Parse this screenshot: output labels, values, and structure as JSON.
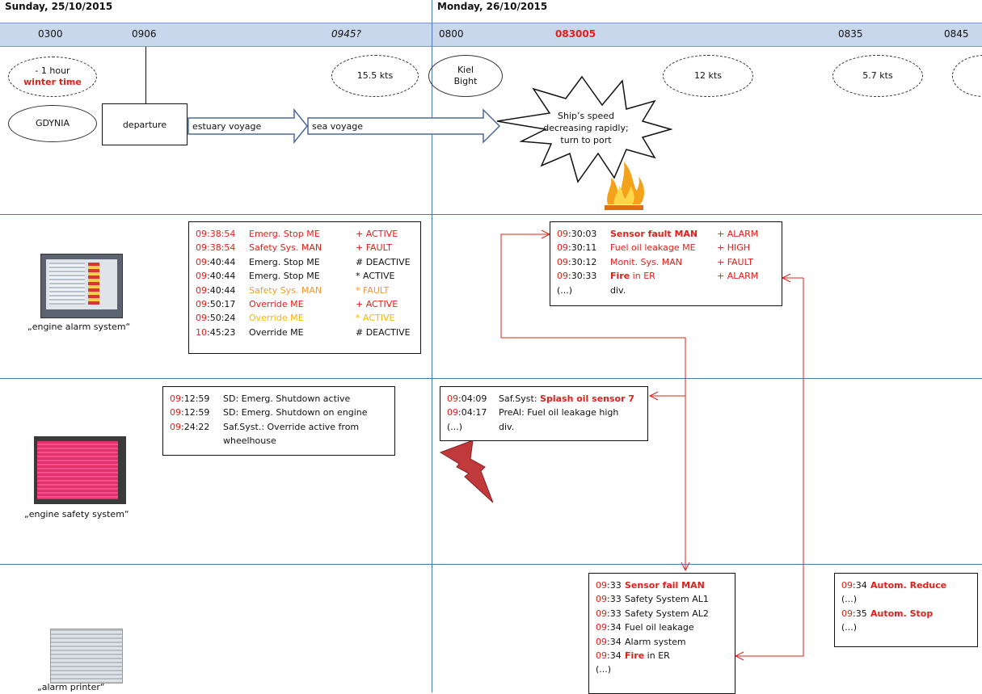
{
  "header": {
    "day1": "Sunday, 25/10/2015",
    "day2": "Monday, 26/10/2015",
    "times": [
      {
        "label": "0300",
        "style": "normal"
      },
      {
        "label": "0906",
        "style": "normal"
      },
      {
        "label": "0945?",
        "style": "italic"
      },
      {
        "label": "0800",
        "style": "normal"
      },
      {
        "label": "083005",
        "style": "red-bold"
      },
      {
        "label": "0835",
        "style": "normal"
      },
      {
        "label": "0845",
        "style": "normal"
      }
    ]
  },
  "events": {
    "winter_time_1": "- 1 hour",
    "winter_time_2": "winter time",
    "speed1": "15.5 kts",
    "gdynia": "GDYNIA",
    "departure": "departure",
    "estuary": "estuary voyage",
    "sea": "sea voyage",
    "kiel_1": "Kiel",
    "kiel_2": "Bight",
    "speed2": "12 kts",
    "speed3": "5.7 kts",
    "starburst_1": "Ship’s speed",
    "starburst_2": "decreasing rapidly;",
    "starburst_3": "turn to port"
  },
  "rows": {
    "alarm_caption": "„engine alarm system“",
    "safety_caption": "„engine safety system“",
    "printer_caption": "„alarm printer“"
  },
  "colors": {
    "red": "#e0201b",
    "orange": "#f29a30",
    "yellow": "#f7b500",
    "grid": "#4a78b8",
    "timebar": "#c9d7ec"
  },
  "icons": [
    "fire-icon",
    "lightning-icon"
  ],
  "logs": {
    "alarm_day1": [
      {
        "hh": "09",
        "rest": ":38:54",
        "msg": "Emerg. Stop ME",
        "st": "+ ACTIVE",
        "msgc": "red",
        "stc": "red",
        "restc": "red",
        "hhc": "red"
      },
      {
        "hh": "09",
        "rest": ":38:54",
        "msg": "Safety Sys. MAN",
        "st": "+ FAULT",
        "msgc": "red",
        "stc": "red",
        "restc": "red",
        "hhc": "red"
      },
      {
        "hh": "09",
        "rest": ":40:44",
        "msg": "Emerg. Stop ME",
        "st": "# DEACTIVE",
        "msgc": "",
        "stc": "",
        "restc": "",
        "hhc": "red"
      },
      {
        "hh": "09",
        "rest": ":40:44",
        "msg": "Emerg. Stop ME",
        "st": "* ACTIVE",
        "msgc": "",
        "stc": "",
        "restc": "",
        "hhc": "red"
      },
      {
        "hh": "09",
        "rest": ":40:44",
        "msg": "Safety Sys. MAN",
        "st": "* FAULT",
        "msgc": "orange",
        "stc": "orange",
        "restc": "",
        "hhc": "red"
      },
      {
        "hh": "09",
        "rest": ":50:17",
        "msg": "Override ME",
        "st": "+ ACTIVE",
        "msgc": "red",
        "stc": "red",
        "restc": "",
        "hhc": "red"
      },
      {
        "hh": "09",
        "rest": ":50:24",
        "msg": "Override ME",
        "st": "* ACTIVE",
        "msgc": "yellow",
        "stc": "yellow",
        "restc": "",
        "hhc": "red"
      },
      {
        "hh": "10",
        "rest": ":45:23",
        "msg": "Override ME",
        "st": "# DEACTIVE",
        "msgc": "",
        "stc": "",
        "restc": "",
        "hhc": "red"
      }
    ],
    "alarm_day2": [
      {
        "hh": "09",
        "rest": ":30:03",
        "msg": "Sensor fault MAN",
        "st": "+ ALARM",
        "msgc": "red bold",
        "stc": "red",
        "restc": "",
        "hhc": "red"
      },
      {
        "hh": "09",
        "rest": ":30:11",
        "msg": "Fuel oil leakage ME",
        "st": "+ HIGH",
        "msgc": "red",
        "stc": "red",
        "restc": "",
        "hhc": "red"
      },
      {
        "hh": "09",
        "rest": ":30:12",
        "msg": "Monit. Sys. MAN",
        "st": "+ FAULT",
        "msgc": "red",
        "stc": "red",
        "restc": "",
        "hhc": "red"
      },
      {
        "hh": "09",
        "rest": ":30:33",
        "msg_b": "Fire",
        "msg": " in ER",
        "st": "+ ALARM",
        "msgc": "red",
        "stc": "red",
        "restc": "",
        "hhc": "red"
      },
      {
        "hh": "",
        "rest": "(...)",
        "msg": "div.",
        "st": "",
        "msgc": "",
        "stc": "",
        "restc": "",
        "hhc": ""
      }
    ],
    "safety_day1": [
      {
        "hh": "09",
        "rest": ":12:59",
        "msg": "SD: Emerg. Shutdown active"
      },
      {
        "hh": "09",
        "rest": ":12:59",
        "msg": "SD: Emerg. Shutdown on engine"
      },
      {
        "hh": "09",
        "rest": ":24:22",
        "msg": "Saf.Syst.: Override active from"
      },
      {
        "hh": "",
        "rest": "",
        "msg": "wheelhouse"
      }
    ],
    "safety_day2": [
      {
        "hh": "09",
        "rest": ":04:09",
        "msg": "Saf.Syst: ",
        "msg_red": "Splash oil sensor 7"
      },
      {
        "hh": "09",
        "rest": ":04:17",
        "msg": "PreAl: Fuel oil leakage high"
      },
      {
        "hh": "",
        "rest": "(...)",
        "msg": "div."
      }
    ],
    "printer_1": [
      {
        "hh": "09",
        "rest": ":33",
        "msg": "Sensor fail MAN",
        "bold": true
      },
      {
        "hh": "09",
        "rest": ":33",
        "msg": "Safety System AL1"
      },
      {
        "hh": "09",
        "rest": ":33",
        "msg": "Safety System AL2"
      },
      {
        "hh": "09",
        "rest": ":34",
        "msg": "Fuel oil leakage"
      },
      {
        "hh": "09",
        "rest": ":34",
        "msg": "Alarm system"
      },
      {
        "hh": "09",
        "rest": ":34",
        "msg_b": "Fire",
        "msg": " in ER"
      },
      {
        "hh": "",
        "rest": "(...)",
        "msg": ""
      }
    ],
    "printer_2": [
      {
        "hh": "09",
        "rest": ":34",
        "msg": "Autom. Reduce",
        "bold": true
      },
      {
        "hh": "",
        "rest": "(...)",
        "msg": ""
      },
      {
        "hh": "09",
        "rest": ":35",
        "msg": "Autom. Stop",
        "bold": true
      },
      {
        "hh": "",
        "rest": "(...)",
        "msg": ""
      }
    ]
  }
}
